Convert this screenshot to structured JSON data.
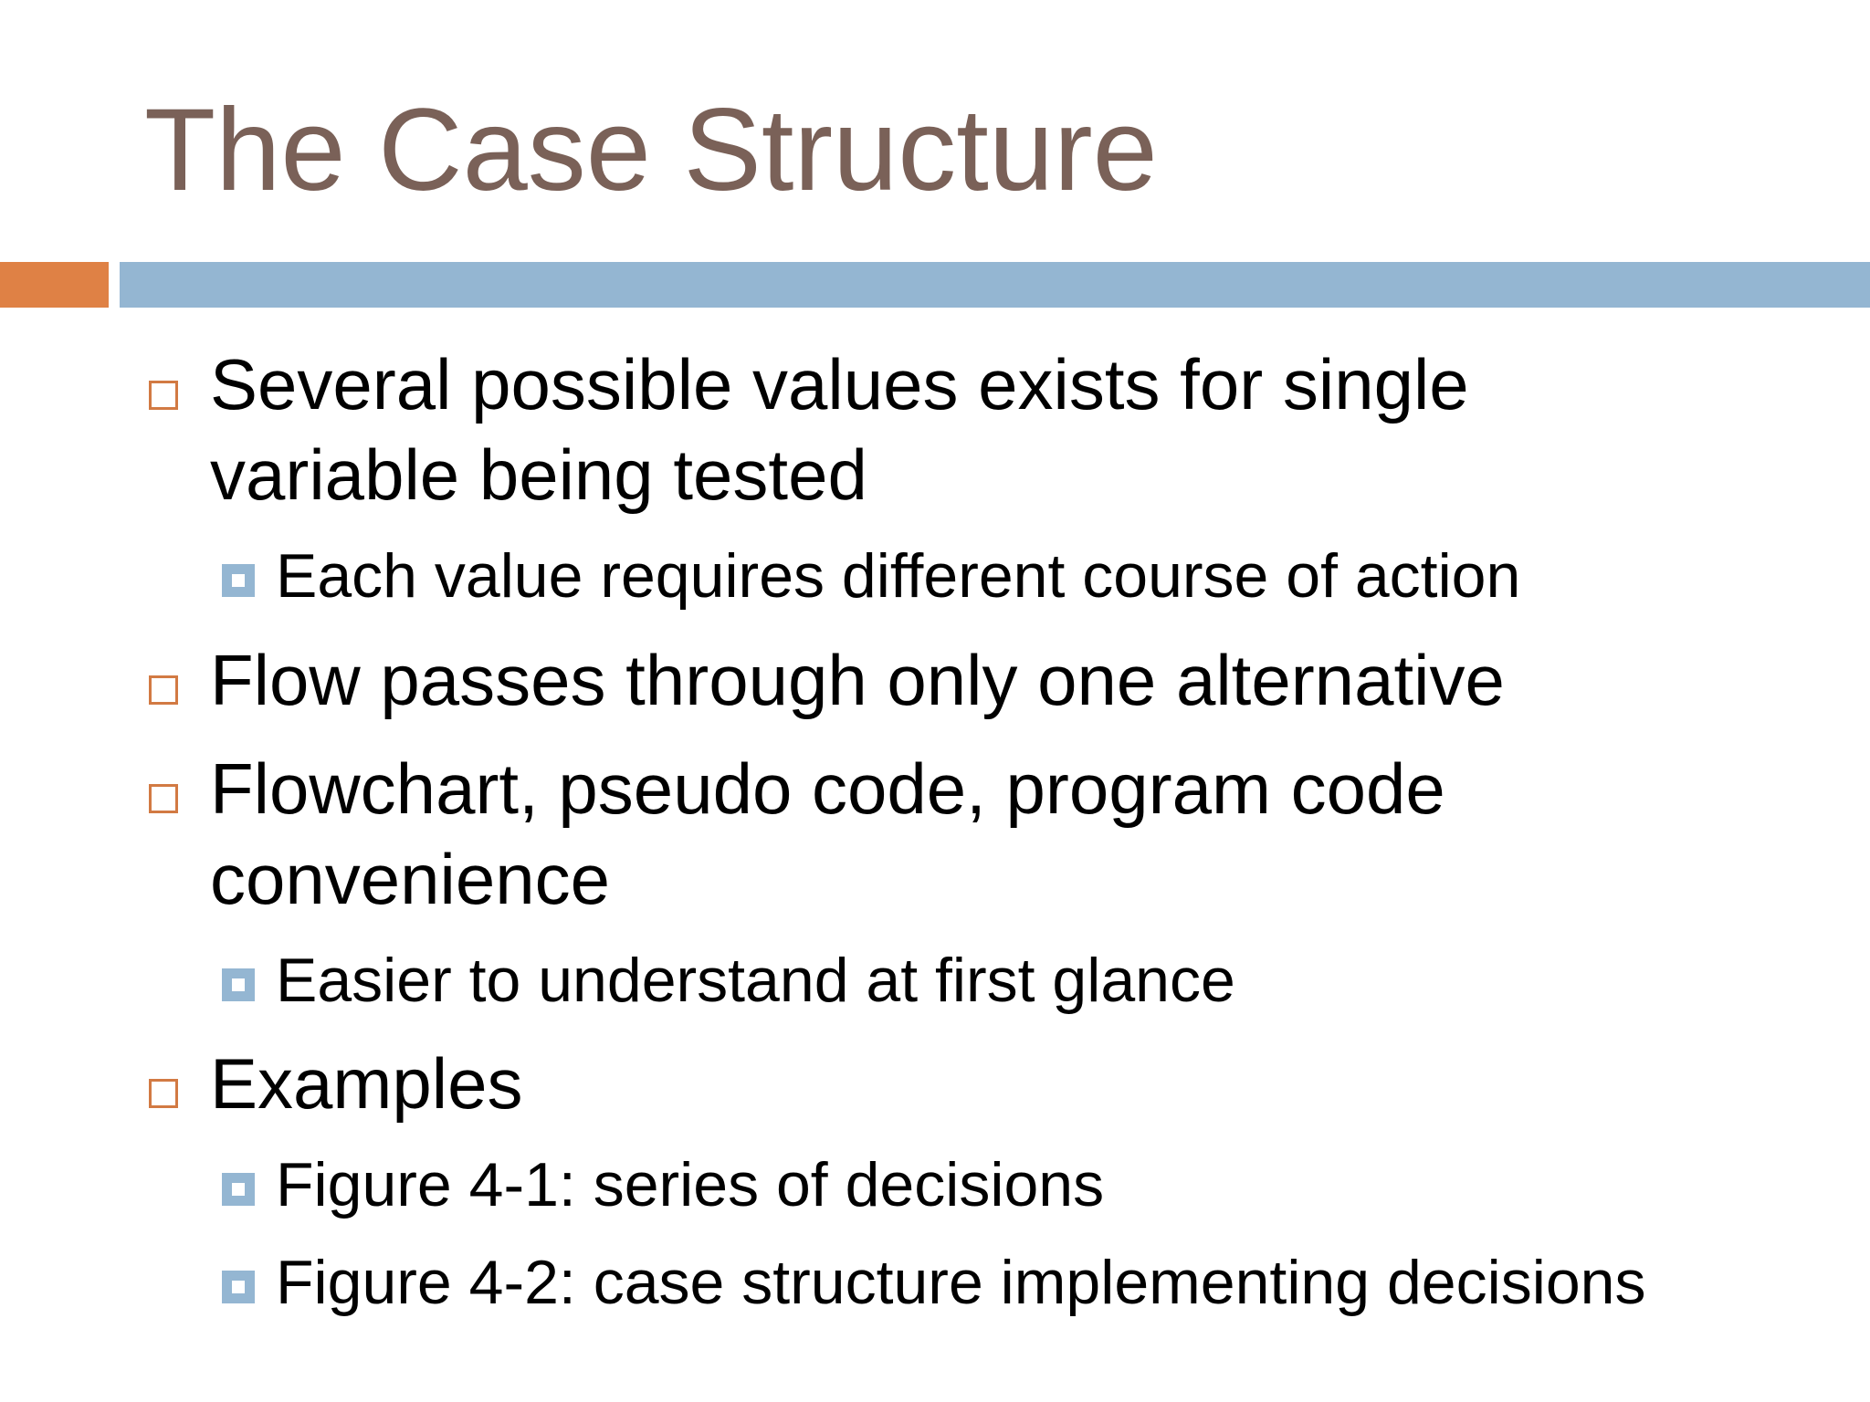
{
  "slide": {
    "title": "The Case Structure",
    "bullets": [
      {
        "level": 1,
        "lines": [
          "Several possible values exists for single",
          "variable being tested"
        ]
      },
      {
        "level": 2,
        "lines": [
          "Each value requires different course of action"
        ]
      },
      {
        "level": 1,
        "lines": [
          "Flow passes through only one alternative"
        ]
      },
      {
        "level": 1,
        "lines": [
          "Flowchart, pseudo code, program code",
          "convenience"
        ]
      },
      {
        "level": 2,
        "lines": [
          "Easier to understand at first glance"
        ]
      },
      {
        "level": 1,
        "lines": [
          "Examples"
        ]
      },
      {
        "level": 2,
        "lines": [
          "Figure 4-1: series of decisions"
        ]
      },
      {
        "level": 2,
        "lines": [
          "Figure 4-2: case structure implementing decisions"
        ]
      }
    ]
  },
  "colors": {
    "title": "#7a6158",
    "accent": "#df8145",
    "bar": "#94b6d2",
    "text": "#000000"
  },
  "icons": {
    "level1_bullet": "hollow-square-bullet-icon",
    "level2_bullet": "framed-square-bullet-icon"
  }
}
